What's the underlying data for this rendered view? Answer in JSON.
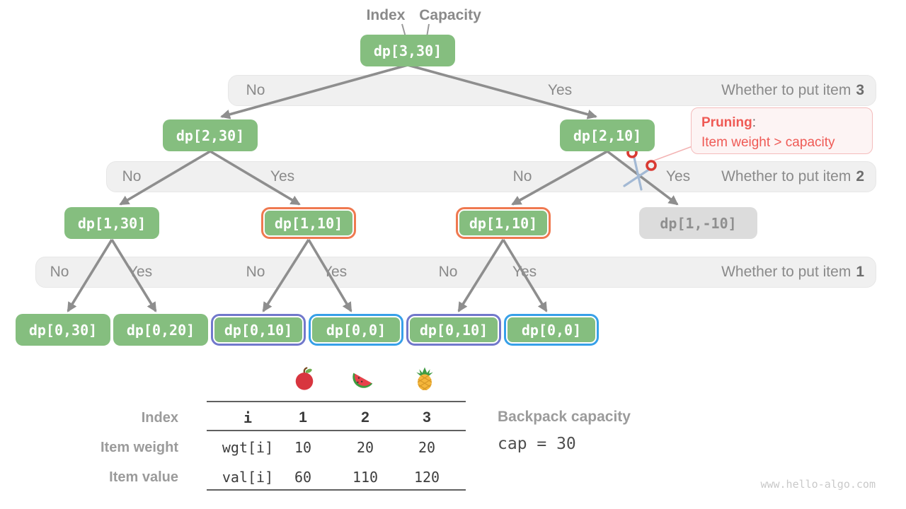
{
  "pointers": {
    "index": "Index",
    "capacity": "Capacity"
  },
  "nodes": {
    "root": "dp[3,30]",
    "l2": [
      "dp[2,30]",
      "dp[2,10]"
    ],
    "l3": [
      "dp[1,30]",
      "dp[1,10]",
      "dp[1,10]",
      "dp[1,-10]"
    ],
    "l4": [
      "dp[0,30]",
      "dp[0,20]",
      "dp[0,10]",
      "dp[0,0]",
      "dp[0,10]",
      "dp[0,0]"
    ]
  },
  "bands": [
    {
      "labels": [
        "No",
        "Yes"
      ],
      "question": "Whether to put item",
      "item": "3"
    },
    {
      "labels": [
        "No",
        "Yes",
        "No",
        "Yes"
      ],
      "question": "Whether to put item",
      "item": "2"
    },
    {
      "labels": [
        "No",
        "Yes",
        "No",
        "Yes",
        "No",
        "Yes"
      ],
      "question": "Whether to put item",
      "item": "1"
    }
  ],
  "pruning": {
    "title": "Pruning",
    "separator": ":",
    "description": "Item weight > capacity"
  },
  "items_table": {
    "row_labels": [
      "Index",
      "Item weight",
      "Item value"
    ],
    "fruits": [
      "apple",
      "watermelon",
      "pineapple"
    ],
    "header": [
      "i",
      "1",
      "2",
      "3"
    ],
    "weight": [
      "wgt[i]",
      "10",
      "20",
      "20"
    ],
    "value": [
      "val[i]",
      "60",
      "110",
      "120"
    ]
  },
  "capacity_info": {
    "label": "Backpack capacity",
    "value": "cap = 30"
  },
  "watermark": "www.hello-algo.com",
  "colors": {
    "node_green": "#85be7f",
    "node_gray": "#dcdcdc",
    "highlight_orange": "#ef7950",
    "highlight_purple": "#7178cb",
    "highlight_blue": "#37a0e8",
    "band_bg": "#f0f0f0",
    "band_text": "#8a8a8a",
    "arrow": "#8e8e8e",
    "pruning_red": "#ef5a55",
    "pruning_bg": "#fdf4f4",
    "pruning_border": "#f4bcbc"
  }
}
